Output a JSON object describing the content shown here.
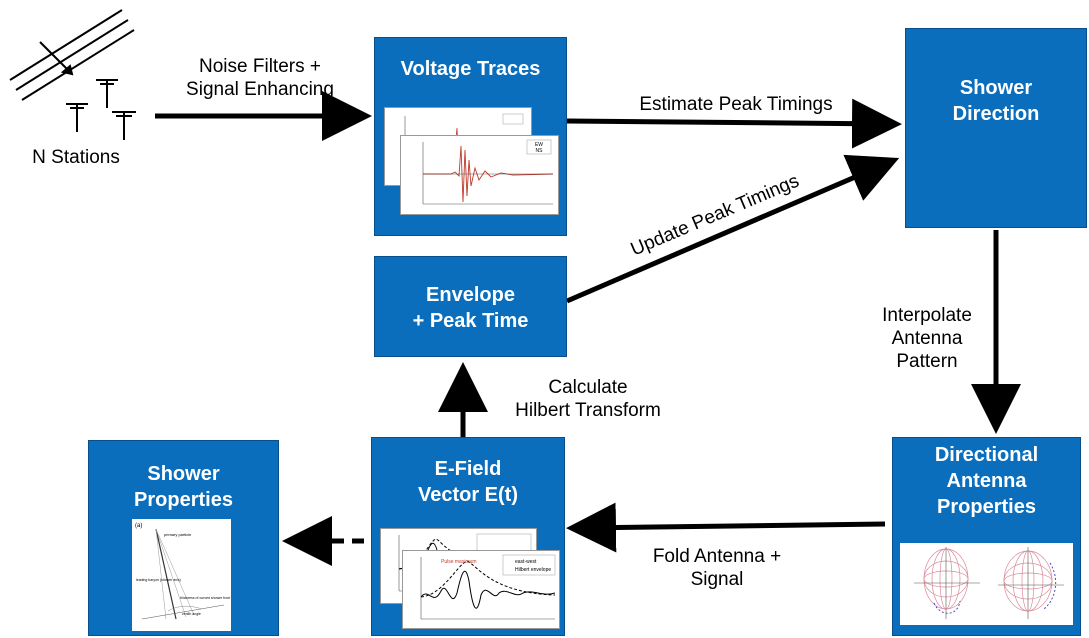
{
  "diagram": {
    "stations": {
      "label": "N Stations"
    },
    "nodes": {
      "voltage_traces": {
        "title": "Voltage Traces"
      },
      "shower_direction": {
        "title_line1": "Shower",
        "title_line2": "Direction"
      },
      "envelope": {
        "title_line1": "Envelope",
        "title_line2": "+ Peak Time"
      },
      "efield": {
        "title_line1": "E-Field",
        "title_line2": "Vector E(t)"
      },
      "directional_antenna": {
        "title_line1": "Directional",
        "title_line2": "Antenna",
        "title_line3": "Properties"
      },
      "shower_properties": {
        "title_line1": "Shower",
        "title_line2": "Properties"
      }
    },
    "edges": {
      "noise_filters": {
        "line1": "Noise Filters +",
        "line2": "Signal Enhancing"
      },
      "estimate_peak": {
        "label": "Estimate Peak Timings"
      },
      "update_peak": {
        "label": "Update Peak Timings"
      },
      "interpolate": {
        "line1": "Interpolate",
        "line2": "Antenna",
        "line3": "Pattern"
      },
      "fold_antenna": {
        "line1": "Fold Antenna +",
        "line2": "Signal"
      },
      "hilbert": {
        "line1": "Calculate",
        "line2": "Hilbert Transform"
      }
    },
    "thumbnails": {
      "voltage_legend": [
        "EW",
        "NS"
      ],
      "efield_legend": [
        "east-west",
        "Hilbert envelope"
      ],
      "efield_annotation": "Pulse maximum",
      "shower_panel_tag": "(a)",
      "shower_annotations": [
        "primary particle",
        "leading baryon (shower axis)",
        "thickness of curved shower front",
        "zenith angle"
      ]
    },
    "colors": {
      "box_fill": "#0a6ebd",
      "box_text": "#ffffff",
      "arrow": "#000000",
      "trace": "#c0392b",
      "antenna_mesh": "#d98a9a"
    }
  }
}
